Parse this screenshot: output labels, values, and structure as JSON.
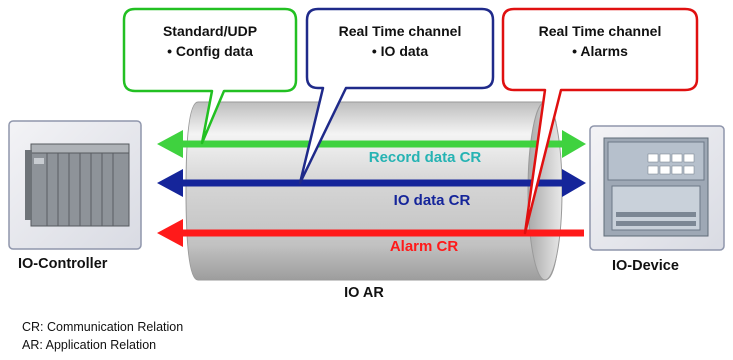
{
  "callouts": [
    {
      "title": "Standard/UDP",
      "item": "• Config data",
      "color": "#22c022"
    },
    {
      "title": "Real Time channel",
      "item": "• IO data",
      "color": "#1f2a8a"
    },
    {
      "title": "Real Time channel",
      "item": "• Alarms",
      "color": "#e01010"
    }
  ],
  "arrows": [
    {
      "label": "Record data CR",
      "color": "#3fd23f",
      "label_color": "#26b3b3",
      "direction": "both"
    },
    {
      "label": "IO data CR",
      "color": "#15259a",
      "label_color": "#15259a",
      "direction": "both"
    },
    {
      "label": "Alarm CR",
      "color": "#ff1a1a",
      "label_color": "#ff1a1a",
      "direction": "left"
    }
  ],
  "devices": {
    "controller_label": "IO-Controller",
    "device_label": "IO-Device"
  },
  "tunnel_label": "IO AR",
  "legend": [
    "CR: Communication Relation",
    "AR: Application Relation"
  ]
}
